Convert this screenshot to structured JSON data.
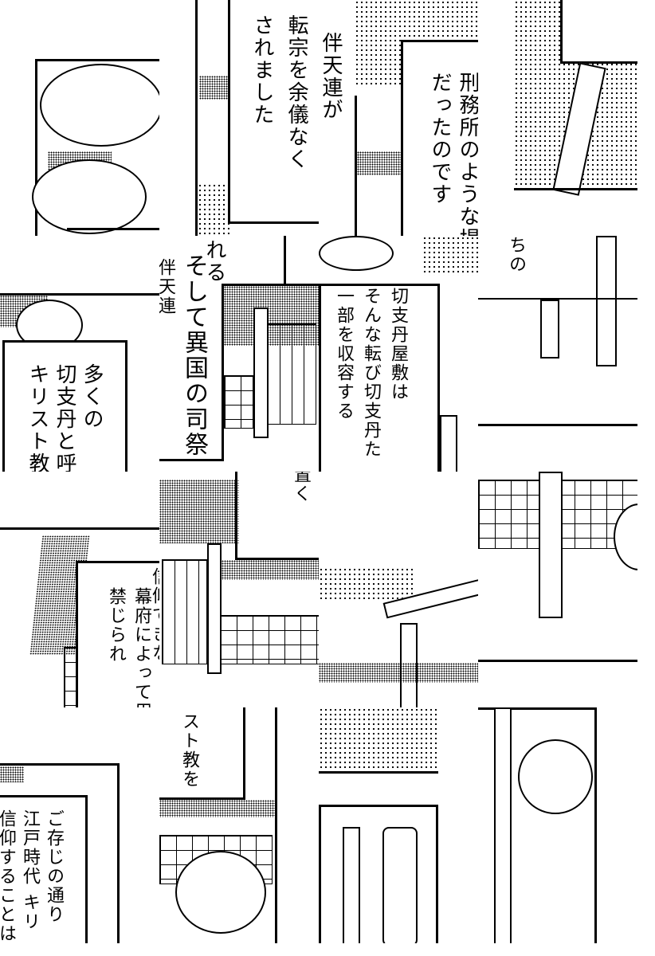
{
  "tiles": {
    "r0c1": {
      "line1": "転宗を余儀なく",
      "line2": "されました"
    },
    "r0c2": {
      "partial": "伴天連が",
      "line1": "刑務所のような場所",
      "line2": "だったのです"
    },
    "r1c0": {
      "line1": "多くの",
      "line2": "切支丹と呼ば",
      "line3": "キリスト教徒"
    },
    "r1c1": {
      "top": "れる",
      "line1": "そして異国の司祭",
      "partial": "伴天連"
    },
    "r1c2": {
      "line1": "切支丹屋敷は",
      "line2": "そんな転び切支丹た",
      "line3": "一部を収容する"
    },
    "r1c3": {
      "top": "ちの"
    },
    "r2c0": {
      "partial": "信仰できな",
      "line1": "幕府によって用",
      "line2": "禁じられ"
    },
    "r2c1": {
      "top": "置く"
    },
    "r3c1": {
      "line1": "スト教を"
    },
    "r3c0": {
      "line1": "ご存じの通り",
      "line2": "江戸時代 キリ",
      "line3": "信仰することは"
    }
  }
}
